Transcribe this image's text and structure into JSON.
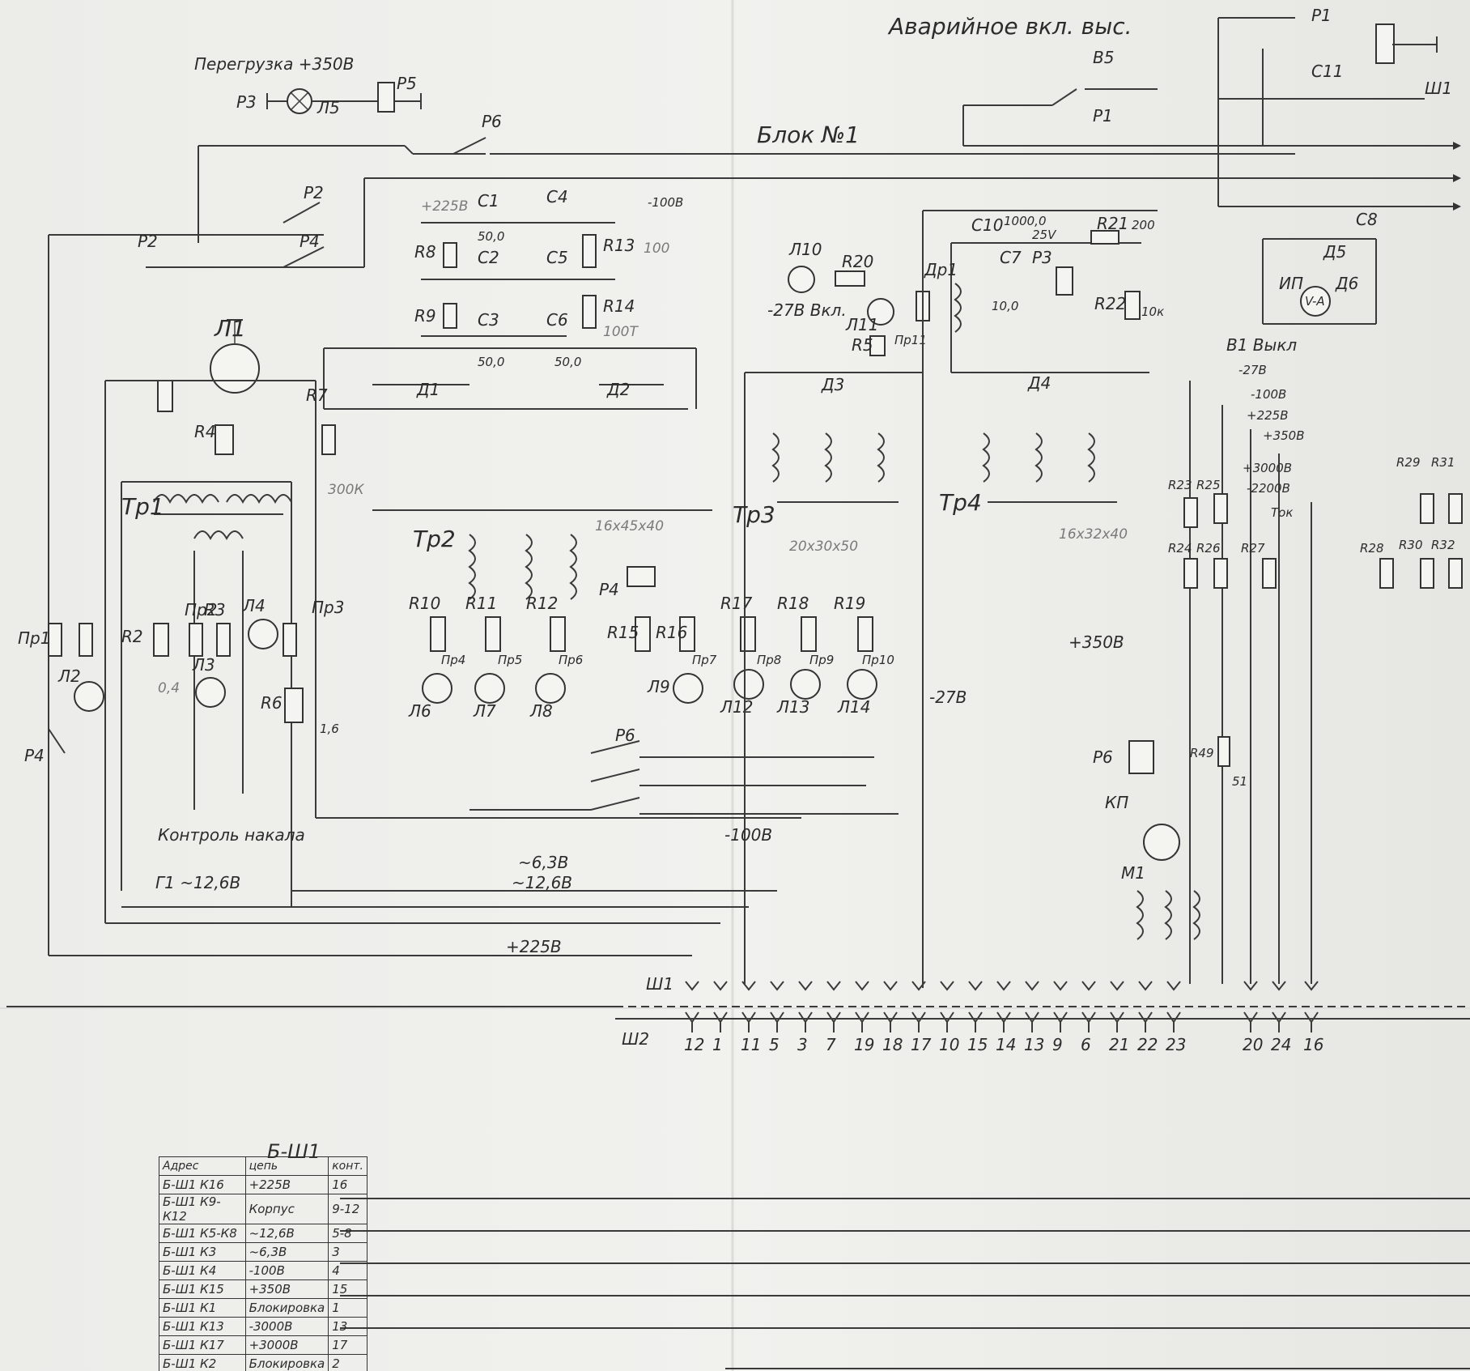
{
  "header": {
    "emergency": "Аварийное вкл. выс.",
    "block": "Блок №1",
    "overload": "Перегрузка +350В"
  },
  "labels": {
    "L1": "Л1",
    "L2": "Л2",
    "L3": "Л3",
    "L4": "Л4",
    "L5": "Л5",
    "L6": "Л6",
    "L7": "Л7",
    "L8": "Л8",
    "L9": "Л9",
    "L10": "Л10",
    "L11": "Л11",
    "L12": "Л12",
    "L13": "Л13",
    "L14": "Л14",
    "Tr1": "Тр1",
    "Tr2": "Тр2",
    "Tr3": "Тр3",
    "Tr4": "Тр4",
    "D1": "Д1",
    "D2": "Д2",
    "D3": "Д3",
    "D4": "Д4",
    "D5": "Д5",
    "D6": "Д6",
    "R2": "R2",
    "R3": "R3",
    "R4": "R4",
    "R5": "R5",
    "R6": "R6",
    "R7": "R7",
    "R8": "R8",
    "R9": "R9",
    "R10": "R10",
    "R11": "R11",
    "R12": "R12",
    "R13": "R13",
    "R14": "R14",
    "R15": "R15",
    "R16": "R16",
    "R17": "R17",
    "R18": "R18",
    "R19": "R19",
    "R20": "R20",
    "R21": "R21",
    "R22": "R22",
    "R23": "R23",
    "R24": "R24",
    "R25": "R25",
    "R26": "R26",
    "R27": "R27",
    "R28": "R28",
    "R29": "R29",
    "R30": "R30",
    "R31": "R31",
    "R32": "R32",
    "R49": "R49",
    "C1": "C1",
    "C2": "C2",
    "C3": "C3",
    "C4": "C4",
    "C5": "C5",
    "C6": "C6",
    "C7": "C7",
    "C8": "C8",
    "C10": "C10",
    "C11": "C11",
    "P1": "Р1",
    "P2": "Р2",
    "P3": "Р3",
    "P4": "Р4",
    "P5": "Р5",
    "P6": "Р6",
    "Pr1": "Пр1",
    "Pr2": "Пр2",
    "Pr3": "Пр3",
    "Pr4": "Пр4",
    "Pr5": "Пр5",
    "Pr6": "Пр6",
    "Pr7": "Пр7",
    "Pr8": "Пр8",
    "Pr9": "Пр9",
    "Pr10": "Пр10",
    "Pr11": "Пр11",
    "Dr1": "Др1",
    "B5": "В5",
    "B1": "В1 Выкл",
    "IP": "ИП",
    "VA": "V-A",
    "M1": "M1",
    "KP": "КП",
    "Sh1": "Ш1",
    "Sh2": "Ш2",
    "G1": "Г1 ~12,6В",
    "filament": "Контроль накала",
    "core2": "16х45х40",
    "core3": "20х30х50",
    "core4": "16х32х40",
    "v27in": "-27В Вкл.",
    "m27": "-27В",
    "m100": "-100В",
    "p225": "+225В",
    "p350": "+350В",
    "p3000": "+3000В",
    "m2200": "-2200В",
    "tok": "Ток",
    "ac63": "~6,3В",
    "ac126": "~12,6В",
    "plus225": "+225В",
    "p225top": "+225В",
    "m100top": "-100В",
    "c500": "50,0",
    "c100": "10,0",
    "c1000": "1000,0",
    "v25": "25V",
    "r100": "100",
    "r200": "200",
    "r300k": "300К",
    "r100t": "100Т",
    "r04": "0,4",
    "r16": "1,6",
    "r10k": "10к",
    "r51": "51"
  },
  "connectors": {
    "sh1_pins": [
      "12",
      "1",
      "11",
      "5",
      "3",
      "7",
      "19",
      "18",
      "17",
      "10",
      "15",
      "14",
      "13",
      "9",
      "6",
      "21",
      "22",
      "23",
      "20",
      "24",
      "16"
    ]
  },
  "legend": {
    "title": "Б-Ш1",
    "headers": [
      "Адрес",
      "цепь",
      "конт."
    ],
    "rows": [
      [
        "Б-Ш1 К16",
        "+225В",
        "16"
      ],
      [
        "Б-Ш1 К9-К12",
        "Корпус",
        "9-12"
      ],
      [
        "Б-Ш1 К5-К8",
        "~12,6В",
        "5-8"
      ],
      [
        "Б-Ш1 К3",
        "~6,3В",
        "3"
      ],
      [
        "Б-Ш1 К4",
        "-100В",
        "4"
      ],
      [
        "Б-Ш1 К15",
        "+350В",
        "15"
      ],
      [
        "Б-Ш1 К1",
        "Блокировка",
        "1"
      ],
      [
        "Б-Ш1 К13",
        "-3000В",
        "13"
      ],
      [
        "Б-Ш1 К17",
        "+3000В",
        "17"
      ],
      [
        "Б-Ш1 К2",
        "Блокировка",
        "2"
      ]
    ]
  }
}
